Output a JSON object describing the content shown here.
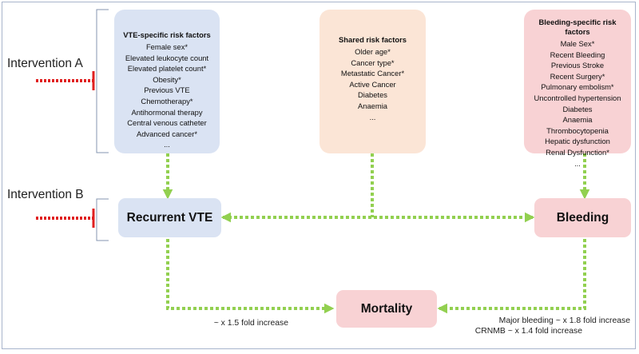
{
  "interventions": {
    "a": "Intervention A",
    "b": "Intervention B"
  },
  "vte_box": {
    "title": "VTE-specific risk factors",
    "items": [
      "Female sex*",
      "Elevated leukocyte count",
      "Elevated platelet count*",
      "Obesity*",
      "Previous VTE",
      "Chemotherapy*",
      "Antihormonal therapy",
      "Central venous catheter",
      "Advanced cancer*",
      "..."
    ]
  },
  "shared_box": {
    "title": "Shared risk factors",
    "items": [
      "Older age*",
      "Cancer type*",
      "Metastatic Cancer*",
      "Active Cancer",
      "Diabetes",
      "Anaemia",
      "..."
    ]
  },
  "bleeding_box": {
    "title": "Bleeding-specific risk factors",
    "items": [
      "Male Sex*",
      "Recent Bleeding",
      "Previous Stroke",
      "Recent Surgery*",
      "Pulmonary embolism*",
      "Uncontrolled hypertension",
      "Diabetes",
      "Anaemia",
      "Thrombocytopenia",
      "Hepatic dysfunction",
      "Renal Dysfunction*",
      "..."
    ]
  },
  "outcomes": {
    "recurrent_vte": "Recurrent VTE",
    "bleeding": "Bleeding",
    "mortality": "Mortality"
  },
  "notes": {
    "vte_mortality": "~ x 1.5 fold increase",
    "major_bleeding": "Major bleeding ~ x 1.8 fold increase",
    "crnmb": "CRNMB ~ x 1.4 fold increase"
  },
  "colors": {
    "arrow": "#92d050",
    "inhibitor": "#e02020",
    "bracket": "#8496b0",
    "vte_fill": "#dae3f3",
    "shared_fill": "#fbe5d6",
    "bleeding_fill": "#f8d2d4"
  }
}
